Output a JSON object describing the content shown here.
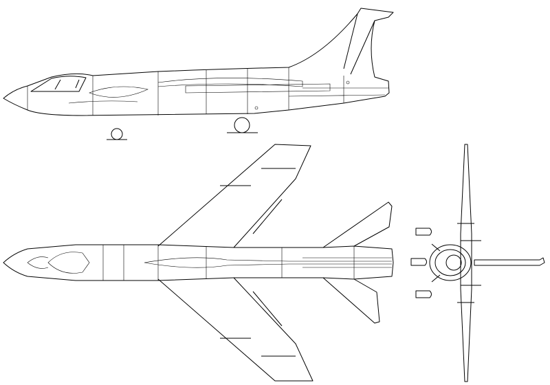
{
  "colors": {
    "line": "#000000",
    "background": "#ffffff"
  },
  "views": [
    "side-view",
    "top-view",
    "front-view"
  ]
}
